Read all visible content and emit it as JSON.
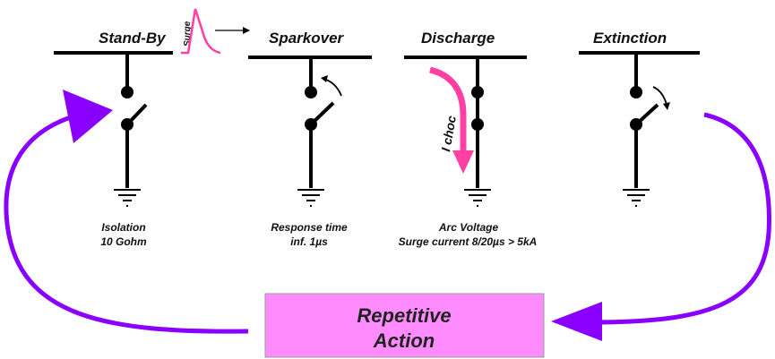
{
  "stages": [
    {
      "title": "Stand-By",
      "caption": [
        "Isolation",
        "10 Gohm"
      ]
    },
    {
      "title": "Sparkover",
      "caption": [
        "Response time",
        "inf. 1µs"
      ]
    },
    {
      "title": "Discharge",
      "caption": [
        "Arc Voltage",
        "Surge current  8/20µs > 5kA"
      ]
    },
    {
      "title": "Extinction",
      "caption": []
    }
  ],
  "surge_label": "Surge",
  "current_label": "I choc",
  "cycle_box": {
    "line1": "Repetitive",
    "line2": "Action"
  },
  "colors": {
    "purple": "#8a00ff",
    "pink": "#ff3fa3",
    "box_fill": "#ff8cff",
    "line": "#000000"
  }
}
